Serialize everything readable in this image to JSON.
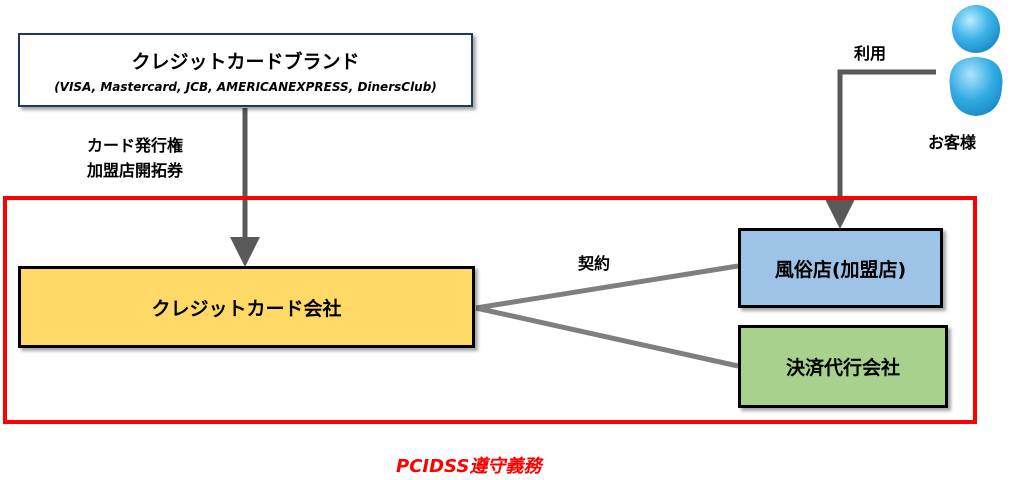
{
  "brand": {
    "title": "クレジットカードブランド",
    "subtitle": "(VISA, Mastercard, JCB, AMERICANEXPRESS, DinersClub)"
  },
  "issuer_label": {
    "line1": "カード発行権",
    "line2": "加盟店開拓券"
  },
  "company": {
    "label": "クレジットカード会社"
  },
  "contract": {
    "label": "契約"
  },
  "merchant": {
    "label": "風俗店(加盟店)"
  },
  "payment": {
    "label": "決済代行会社"
  },
  "usage": {
    "label": "利用"
  },
  "customer": {
    "label": "お客様"
  },
  "pci": {
    "label": "PCIDSS遵守義務"
  },
  "colors": {
    "company": "#ffd966",
    "merchant": "#9dc3e6",
    "payment": "#a9d18e",
    "frame": "#ff0000",
    "connector": "#595959",
    "customer_icon": "#29a9e0"
  },
  "icons": {
    "customer": "person-icon"
  }
}
